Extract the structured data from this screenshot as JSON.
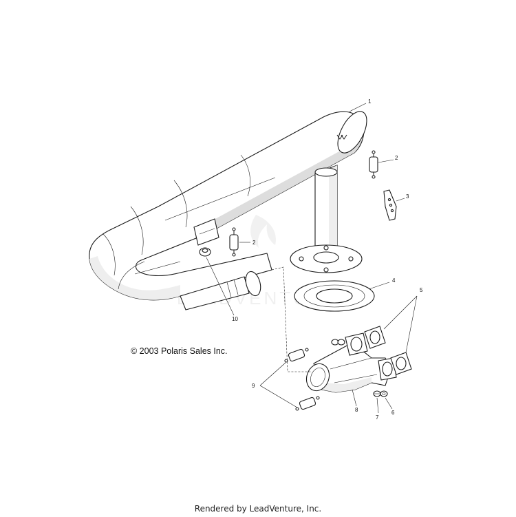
{
  "diagram": {
    "callouts": [
      {
        "id": "1",
        "label": "1"
      },
      {
        "id": "2a",
        "label": "2"
      },
      {
        "id": "2b",
        "label": "2"
      },
      {
        "id": "3",
        "label": "3"
      },
      {
        "id": "4",
        "label": "4"
      },
      {
        "id": "5",
        "label": "5"
      },
      {
        "id": "6",
        "label": "6"
      },
      {
        "id": "7",
        "label": "7"
      },
      {
        "id": "8",
        "label": "8"
      },
      {
        "id": "9",
        "label": "9"
      },
      {
        "id": "10",
        "label": "10"
      }
    ],
    "copyright": "© 2003 Polaris Sales Inc.",
    "watermark": "LEADVENTURE"
  },
  "footer": {
    "rendered_by": "Rendered by LeadVenture, Inc."
  }
}
